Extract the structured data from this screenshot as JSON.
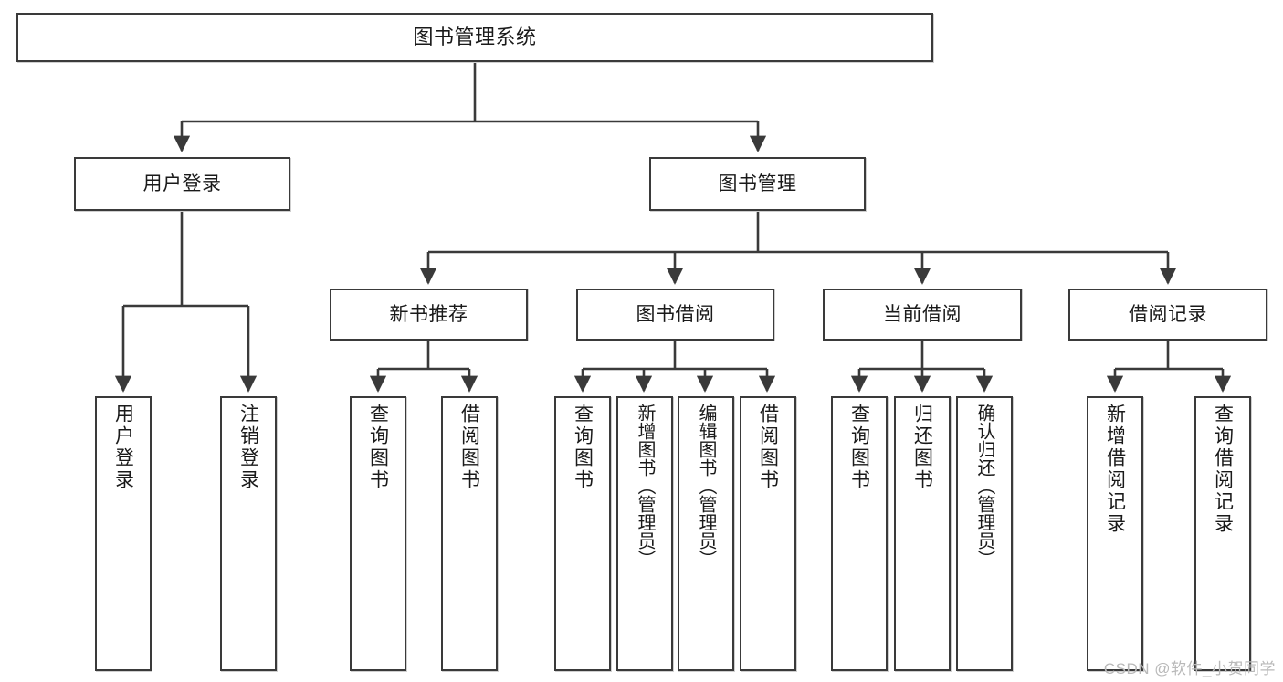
{
  "diagram": {
    "title": "图书管理系统",
    "type": "hierarchy-tree",
    "root": {
      "id": "root",
      "label": "图书管理系统"
    },
    "level2": [
      {
        "id": "user-login",
        "label": "用户登录"
      },
      {
        "id": "book-manage",
        "label": "图书管理"
      }
    ],
    "level3": [
      {
        "id": "new-book-recommend",
        "label": "新书推荐",
        "parent": "book-manage"
      },
      {
        "id": "book-borrow",
        "label": "图书借阅",
        "parent": "book-manage"
      },
      {
        "id": "current-borrow",
        "label": "当前借阅",
        "parent": "book-manage"
      },
      {
        "id": "borrow-record",
        "label": "借阅记录",
        "parent": "book-manage"
      }
    ],
    "leaves": [
      {
        "id": "leaf-user-login",
        "label": "用户登录",
        "parent": "user-login"
      },
      {
        "id": "leaf-logout",
        "label": "注销登录",
        "parent": "user-login"
      },
      {
        "id": "leaf-query-book-1",
        "label": "查询图书",
        "parent": "new-book-recommend"
      },
      {
        "id": "leaf-borrow-book-1",
        "label": "借阅图书",
        "parent": "new-book-recommend"
      },
      {
        "id": "leaf-query-book-2",
        "label": "查询图书",
        "parent": "book-borrow"
      },
      {
        "id": "leaf-add-book",
        "label": "新增图书（管理员）",
        "parent": "book-borrow"
      },
      {
        "id": "leaf-edit-book",
        "label": "编辑图书（管理员）",
        "parent": "book-borrow"
      },
      {
        "id": "leaf-borrow-book-2",
        "label": "借阅图书",
        "parent": "book-borrow"
      },
      {
        "id": "leaf-query-book-3",
        "label": "查询图书",
        "parent": "current-borrow"
      },
      {
        "id": "leaf-return-book",
        "label": "归还图书",
        "parent": "current-borrow"
      },
      {
        "id": "leaf-confirm-return",
        "label": "确认归还（管理员）",
        "parent": "current-borrow"
      },
      {
        "id": "leaf-add-record",
        "label": "新增借阅记录",
        "parent": "borrow-record"
      },
      {
        "id": "leaf-query-record",
        "label": "查询借阅记录",
        "parent": "borrow-record"
      }
    ]
  },
  "watermark": {
    "text": "CSDN @软件_小贺同学"
  },
  "colors": {
    "stroke": "#3a3a3a",
    "box_fill": "#ffffff",
    "text": "#1a1a1a",
    "watermark": "#b9b9b9",
    "background": "#ffffff"
  }
}
